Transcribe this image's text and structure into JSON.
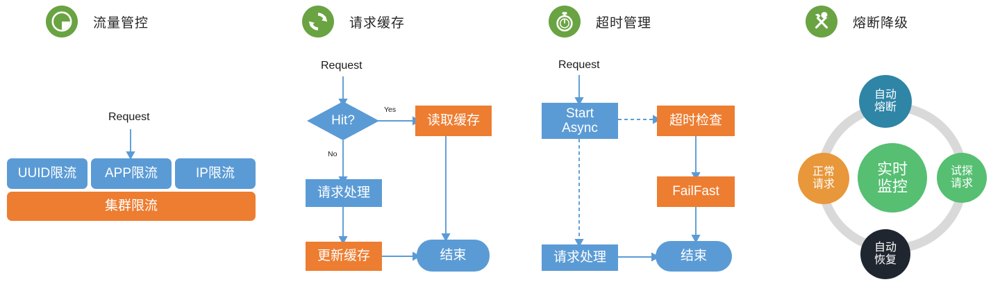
{
  "theme": {
    "icon_green": "#6aa342",
    "blue": "#5b9bd5",
    "orange": "#ed7d31",
    "arrow": "#5b9bd5",
    "text_dark": "#262626",
    "ring_gray": "#d9d9d9",
    "circle_teal": "#2e85a6",
    "circle_orange": "#e8973a",
    "circle_green": "#56bf72",
    "circle_center_green": "#56bf72",
    "circle_dark": "#1f2630"
  },
  "panels": [
    {
      "id": "traffic-control",
      "title": "流量管控",
      "icon": "pie-clock-icon",
      "entry_label": "Request",
      "row_boxes": [
        {
          "label": "UUID限流",
          "color": "blue"
        },
        {
          "label": "APP限流",
          "color": "blue"
        },
        {
          "label": "IP限流",
          "color": "blue"
        }
      ],
      "bottom_box": {
        "label": "集群限流",
        "color": "orange"
      }
    },
    {
      "id": "request-cache",
      "title": "请求缓存",
      "icon": "refresh-sync-icon",
      "entry_label": "Request",
      "nodes": [
        {
          "key": "decision",
          "label": "Hit?",
          "color": "blue",
          "shape": "diamond"
        },
        {
          "key": "read-cache",
          "label": "读取缓存",
          "color": "orange",
          "shape": "rect"
        },
        {
          "key": "handle",
          "label": "请求处理",
          "color": "blue",
          "shape": "rect"
        },
        {
          "key": "update-cache",
          "label": "更新缓存",
          "color": "orange",
          "shape": "rect"
        },
        {
          "key": "end",
          "label": "结束",
          "color": "blue",
          "shape": "pill"
        }
      ],
      "edge_labels": {
        "yes": "Yes",
        "no": "No"
      }
    },
    {
      "id": "timeout-management",
      "title": "超时管理",
      "icon": "stopwatch-icon",
      "entry_label": "Request",
      "nodes": [
        {
          "key": "start-async",
          "label": "Start\nAsync",
          "color": "blue",
          "shape": "rect"
        },
        {
          "key": "timeout-check",
          "label": "超时检查",
          "color": "orange",
          "shape": "rect"
        },
        {
          "key": "failfast",
          "label": "FailFast",
          "color": "orange",
          "shape": "rect"
        },
        {
          "key": "handle",
          "label": "请求处理",
          "color": "blue",
          "shape": "rect"
        },
        {
          "key": "end",
          "label": "结束",
          "color": "blue",
          "shape": "pill"
        }
      ]
    },
    {
      "id": "circuit-breaker",
      "title": "熔断降级",
      "icon": "hammer-wrench-icon",
      "center": {
        "label": "实时\n监控",
        "color": "#56bf72"
      },
      "satellites": [
        {
          "key": "top",
          "label": "自动\n熔断",
          "color": "#2e85a6"
        },
        {
          "key": "right",
          "label": "试探\n请求",
          "color": "#56bf72"
        },
        {
          "key": "bottom",
          "label": "自动\n恢复",
          "color": "#1f2630"
        },
        {
          "key": "left",
          "label": "正常\n请求",
          "color": "#e8973a"
        }
      ]
    }
  ]
}
